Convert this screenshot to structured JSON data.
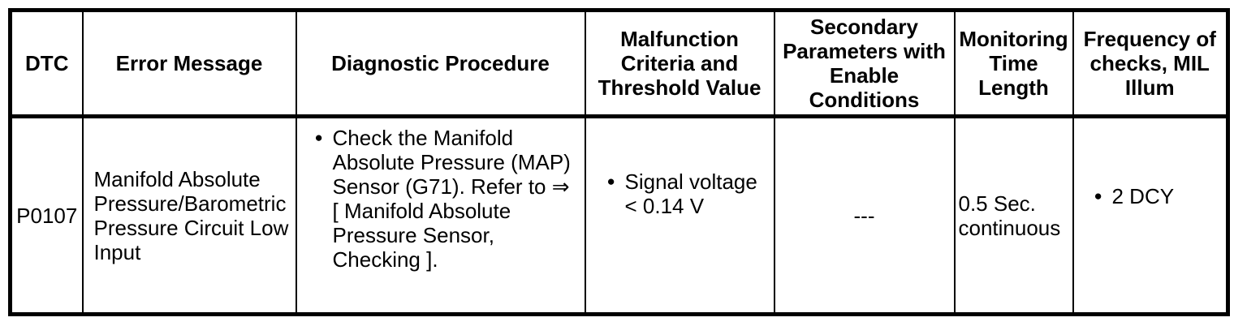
{
  "colors": {
    "border": "#000000",
    "text": "#000000",
    "background": "#ffffff"
  },
  "icons": {
    "bullet": "●"
  },
  "table": {
    "columns": [
      {
        "id": "dtc",
        "label": "DTC"
      },
      {
        "id": "error_message",
        "label": "Error Message"
      },
      {
        "id": "diagnostic_procedure",
        "label": "Diagnostic Procedure"
      },
      {
        "id": "malfunction_criteria",
        "label": "Malfunction Criteria and Threshold Value"
      },
      {
        "id": "secondary_parameters",
        "label": "Secondary Parameters with Enable Conditions"
      },
      {
        "id": "monitoring_time",
        "label": "Monitoring Time Length"
      },
      {
        "id": "frequency",
        "label": "Frequency of checks, MIL Illum"
      }
    ],
    "rows": [
      {
        "dtc": "P0107",
        "error_message": "Manifold Absolute Pressure/Barometric Pressure Circuit Low Input",
        "diagnostic_procedure": "Check the Manifold Absolute Pressure (MAP) Sensor (G71). Refer to ⇒ [ Manifold Absolute Pressure Sensor, Checking ].",
        "malfunction_criteria": "Signal voltage < 0.14 V",
        "secondary_parameters": "---",
        "monitoring_time": "0.5 Sec. continuous",
        "frequency": "2 DCY"
      }
    ]
  }
}
